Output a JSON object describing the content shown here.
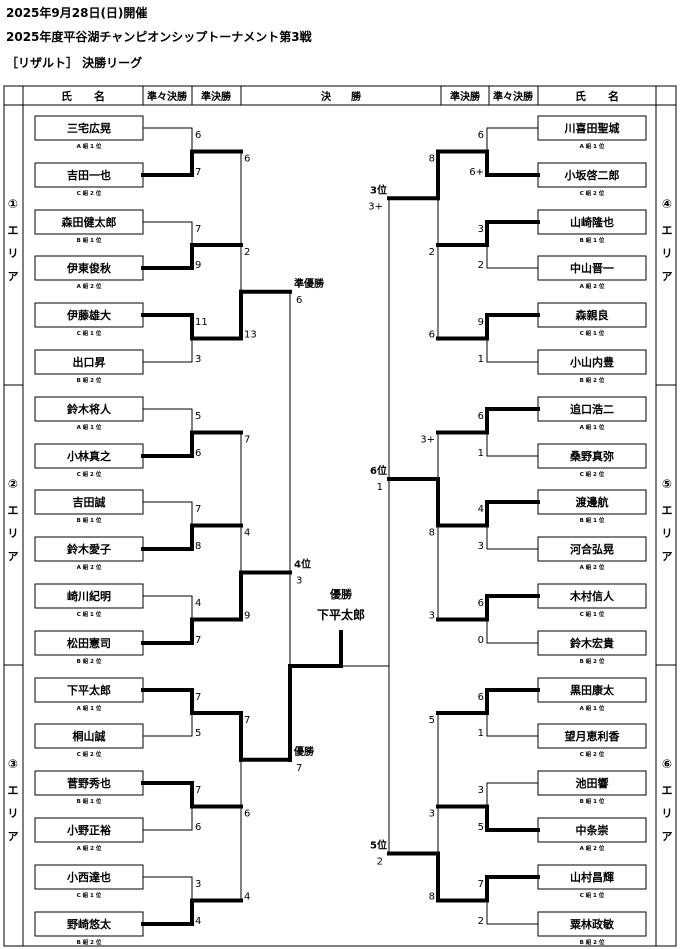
{
  "header": {
    "date": "2025年9月28日(日)開催",
    "title": "2025年度平谷湖チャンピオンシップトーナメント第3戦",
    "subtitle": "［リザルト］ 決勝リーグ"
  },
  "columns": {
    "name": "氏　　名",
    "quarterfinal": "準々決勝",
    "semifinal": "準決勝",
    "final": "決　　勝"
  },
  "area_suffix": [
    "エ",
    "リ",
    "ア"
  ],
  "areas": [
    {
      "label": "①",
      "side": "left",
      "players": [
        {
          "name": "三宅広晃",
          "group": "A 組 1 位"
        },
        {
          "name": "吉田一也",
          "group": "C 組 2 位"
        },
        {
          "name": "森田健太郎",
          "group": "B 組 1 位"
        },
        {
          "name": "伊東俊秋",
          "group": "A 組 2 位"
        },
        {
          "name": "伊藤雄大",
          "group": "C 組 1 位"
        },
        {
          "name": "出口昇",
          "group": "B 組 2 位"
        }
      ],
      "qf_scores": [
        [
          "6",
          "7"
        ],
        [
          "7",
          "9"
        ],
        [
          "11",
          "3"
        ]
      ],
      "qf_winners": [
        1,
        1,
        0
      ],
      "semi_scores": [
        "6",
        "2",
        "13"
      ],
      "semi_winner": 2,
      "result_label": "準優勝",
      "result_score": "6"
    },
    {
      "label": "②",
      "side": "left",
      "players": [
        {
          "name": "鈴木将人",
          "group": "A 組 1 位"
        },
        {
          "name": "小林真之",
          "group": "C 組 2 位"
        },
        {
          "name": "吉田誠",
          "group": "B 組 1 位"
        },
        {
          "name": "鈴木愛子",
          "group": "A 組 2 位"
        },
        {
          "name": "崎川紀明",
          "group": "C 組 1 位"
        },
        {
          "name": "松田憲司",
          "group": "B 組 2 位"
        }
      ],
      "qf_scores": [
        [
          "5",
          "6"
        ],
        [
          "7",
          "8"
        ],
        [
          "4",
          "7"
        ]
      ],
      "qf_winners": [
        1,
        1,
        1
      ],
      "semi_scores": [
        "7",
        "4",
        "9"
      ],
      "semi_winner": 2,
      "result_label": "4位",
      "result_score": "3"
    },
    {
      "label": "③",
      "side": "left",
      "players": [
        {
          "name": "下平太郎",
          "group": "A 組 1 位"
        },
        {
          "name": "桐山誠",
          "group": "C 組 2 位"
        },
        {
          "name": "菅野秀也",
          "group": "B 組 1 位"
        },
        {
          "name": "小野正裕",
          "group": "A 組 2 位"
        },
        {
          "name": "小西達也",
          "group": "C 組 1 位"
        },
        {
          "name": "野崎悠太",
          "group": "B 組 2 位"
        }
      ],
      "qf_scores": [
        [
          "7",
          "5"
        ],
        [
          "7",
          "6"
        ],
        [
          "3",
          "4"
        ]
      ],
      "qf_winners": [
        0,
        0,
        1
      ],
      "semi_scores": [
        "7",
        "6",
        "4"
      ],
      "semi_winner": 0,
      "result_label": "優勝",
      "result_score": "7"
    },
    {
      "label": "④",
      "side": "right",
      "players": [
        {
          "name": "川喜田聖城",
          "group": "A 組 1 位"
        },
        {
          "name": "小坂啓二郎",
          "group": "C 組 2 位"
        },
        {
          "name": "山崎隆也",
          "group": "B 組 1 位"
        },
        {
          "name": "中山晋一",
          "group": "A 組 2 位"
        },
        {
          "name": "森親良",
          "group": "C 組 1 位"
        },
        {
          "name": "小山内豊",
          "group": "B 組 2 位"
        }
      ],
      "qf_scores": [
        [
          "6",
          "6+"
        ],
        [
          "3",
          "2"
        ],
        [
          "9",
          "1"
        ]
      ],
      "qf_winners": [
        1,
        0,
        0
      ],
      "semi_scores": [
        "8",
        "2",
        "6"
      ],
      "semi_winner": 0,
      "result_label": "3位",
      "result_score": "3+"
    },
    {
      "label": "⑤",
      "side": "right",
      "players": [
        {
          "name": "追口浩二",
          "group": "A 組 1 位"
        },
        {
          "name": "桑野真弥",
          "group": "C 組 2 位"
        },
        {
          "name": "渡邊航",
          "group": "B 組 1 位"
        },
        {
          "name": "河合弘晃",
          "group": "A 組 2 位"
        },
        {
          "name": "木村信人",
          "group": "C 組 1 位"
        },
        {
          "name": "鈴木宏貴",
          "group": "B 組 2 位"
        }
      ],
      "qf_scores": [
        [
          "6",
          "1"
        ],
        [
          "4",
          "3"
        ],
        [
          "6",
          "0"
        ]
      ],
      "qf_winners": [
        0,
        0,
        0
      ],
      "semi_scores": [
        "3+",
        "8",
        "3"
      ],
      "semi_winner": 1,
      "result_label": "6位",
      "result_score": "1"
    },
    {
      "label": "⑥",
      "side": "right",
      "players": [
        {
          "name": "黒田康太",
          "group": "A 組 1 位"
        },
        {
          "name": "望月恵利香",
          "group": "C 組 2 位"
        },
        {
          "name": "池田響",
          "group": "B 組 1 位"
        },
        {
          "name": "中条崇",
          "group": "A 組 2 位"
        },
        {
          "name": "山村昌輝",
          "group": "C 組 1 位"
        },
        {
          "name": "粟林政敏",
          "group": "B 組 2 位"
        }
      ],
      "qf_scores": [
        [
          "6",
          "1"
        ],
        [
          "3",
          "5"
        ],
        [
          "7",
          "2"
        ]
      ],
      "qf_winners": [
        0,
        1,
        0
      ],
      "semi_scores": [
        "5",
        "3",
        "8"
      ],
      "semi_winner": 2,
      "result_label": "5位",
      "result_score": "2"
    }
  ],
  "champion": {
    "label": "優勝",
    "name": "下平太郎"
  }
}
